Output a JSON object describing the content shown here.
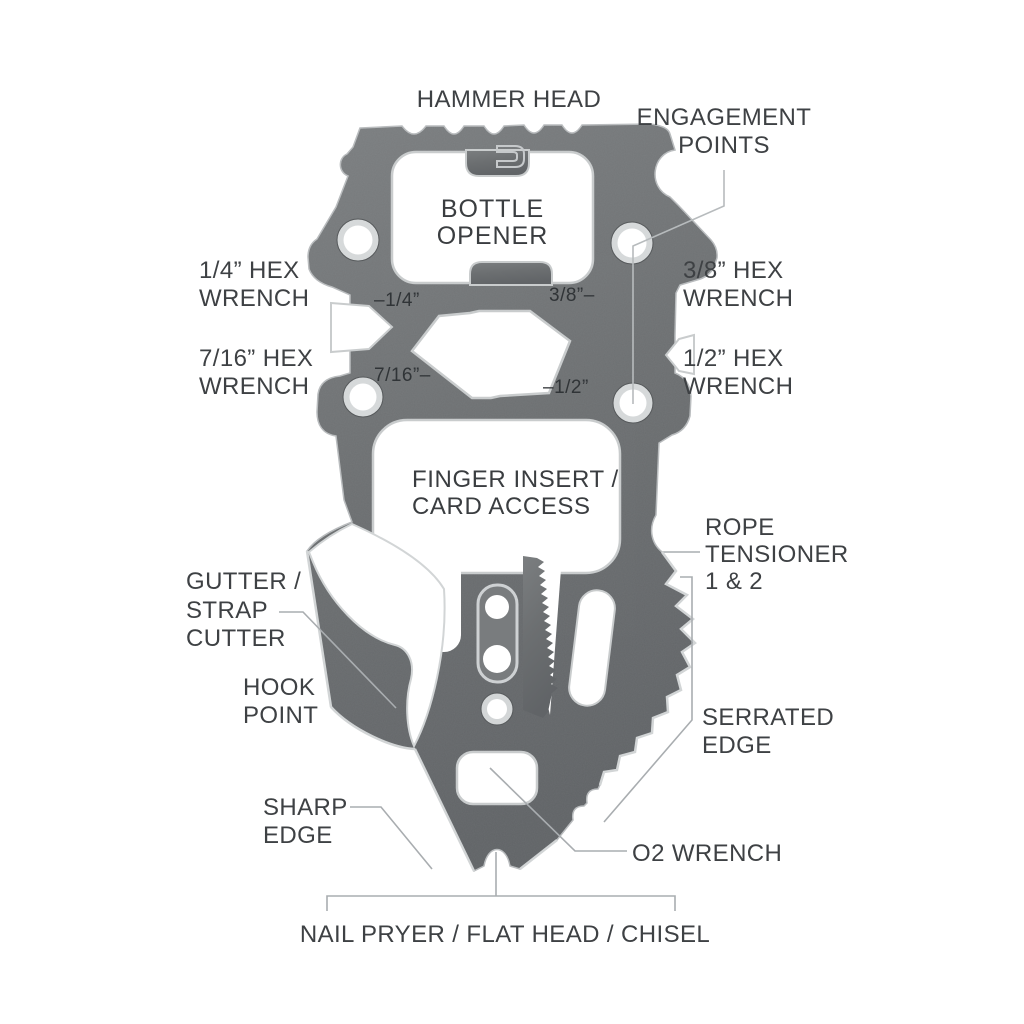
{
  "diagram_title": "multi-tool feature callout diagram",
  "labels": {
    "hammer_head": "HAMMER HEAD",
    "engagement_points": "ENGAGEMENT\nPOINTS",
    "hex_quarter": "1/4” HEX\nWRENCH",
    "hex_three_eighth": "3/8” HEX\nWRENCH",
    "hex_seven_sixteenth": "7/16” HEX\nWRENCH",
    "hex_half": "1/2” HEX\nWRENCH",
    "rope_tensioner": "ROPE\nTENSIONER\n1 & 2",
    "gutter_strap_cutter": "GUTTER /\nSTRAP\nCUTTER",
    "hook_point": "HOOK\nPOINT",
    "serrated_edge": "SERRATED\nEDGE",
    "sharp_edge": "SHARP\nEDGE",
    "o2_wrench": "O2 WRENCH",
    "nail_pryer": "NAIL PRYER / FLAT HEAD / CHISEL"
  },
  "tool_markings": {
    "bottle_opener": "BOTTLE\nOPENER",
    "finger_insert": "FINGER INSERT /\nCARD ACCESS",
    "engraving_quarter": "–1/4”",
    "engraving_three_eighth": "3/8”–",
    "engraving_seven_sixteenth": "7/16”–",
    "engraving_half": "–1/2”",
    "logo_icon": "dango-d-logo"
  },
  "colors": {
    "background": "#ffffff",
    "label_text": "#3e4144",
    "leader_line": "#a9adb0",
    "tool_body": "#6e7173",
    "tool_bevel": "#d2d5d6",
    "engraving_text": "#303437"
  }
}
